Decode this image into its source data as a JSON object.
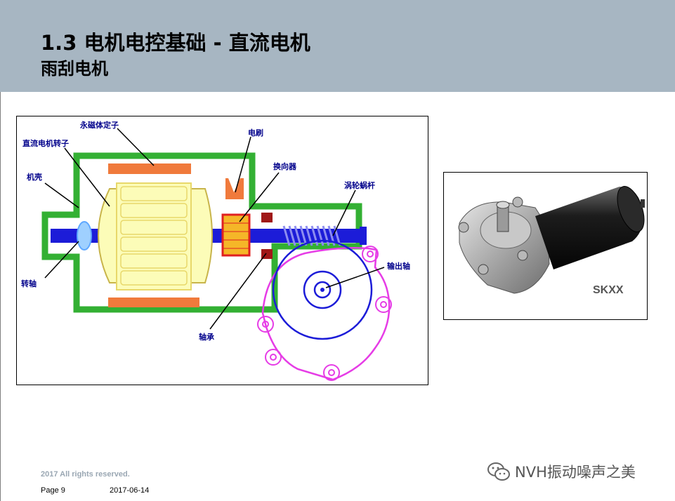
{
  "header": {
    "title": "1.3 电机电控基础 - 直流电机",
    "subtitle": "雨刮电机"
  },
  "diagram": {
    "labels": {
      "stator": "永磁体定子",
      "rotor": "直流电机转子",
      "brush": "电刷",
      "housing": "机壳",
      "commutator": "换向器",
      "worm": "涡轮蜗杆",
      "output_shaft": "输出轴",
      "shaft": "转轴",
      "bearing": "轴承"
    },
    "colors": {
      "housing": "#33b033",
      "stator": "#f07a3c",
      "rotor": "#fcfcb8",
      "shaft": "#1c1cd8",
      "gear": "#e63ce6",
      "label": "#00008b"
    }
  },
  "photo": {
    "logo": "SKXX"
  },
  "footer": {
    "rights": "2017 All rights reserved.",
    "page": "Page 9",
    "date": "2017-06-14",
    "watermark": "NVH振动噪声之美"
  }
}
